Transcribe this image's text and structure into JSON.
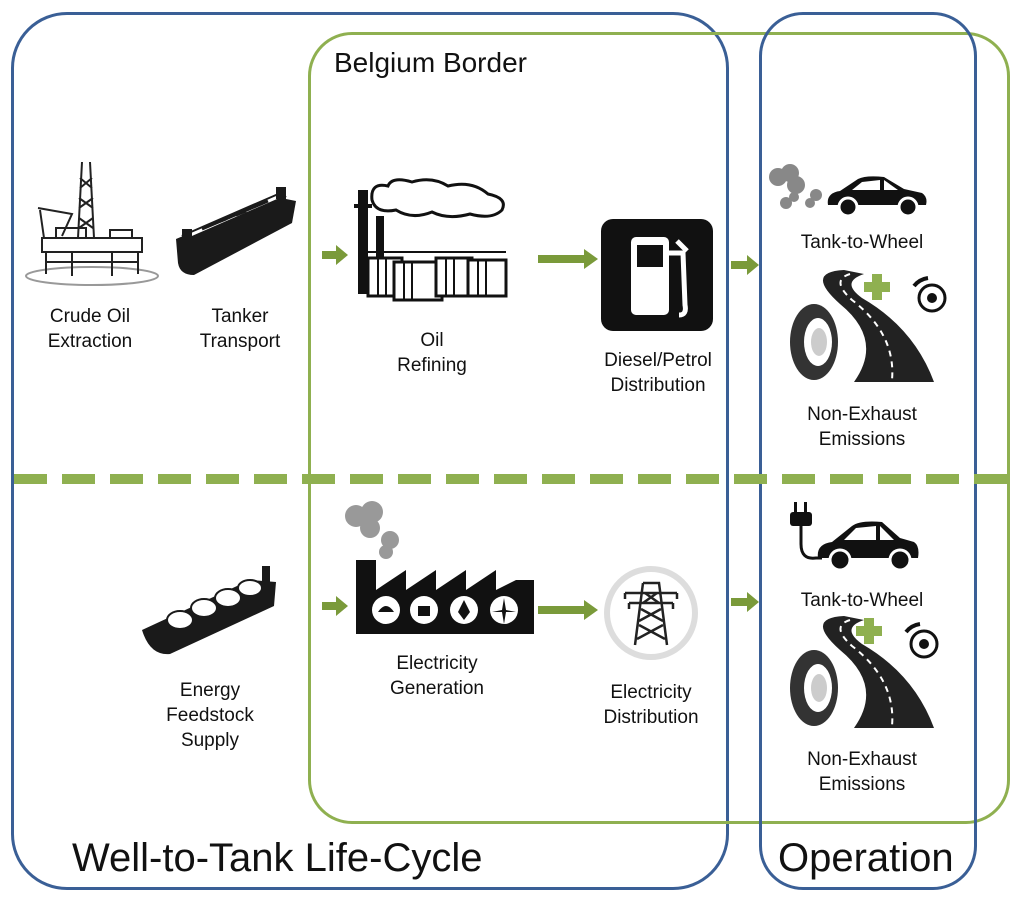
{
  "title_belgium": "Belgium Border",
  "title_wtt": "Well-to-Tank Life-Cycle",
  "title_operation": "Operation",
  "fossil": {
    "crude_line1": "Crude Oil",
    "crude_line2": "Extraction",
    "tanker_line1": "Tanker",
    "tanker_line2": "Transport",
    "refining_line1": "Oil",
    "refining_line2": "Refining",
    "distribution_line1": "Diesel/Petrol",
    "distribution_line2": "Distribution",
    "ttw": "Tank-to-Wheel",
    "nonexhaust_line1": "Non-Exhaust",
    "nonexhaust_line2": "Emissions"
  },
  "electric": {
    "feedstock_line1": "Energy",
    "feedstock_line2": "Feedstock",
    "feedstock_line3": "Supply",
    "generation_line1": "Electricity",
    "generation_line2": "Generation",
    "distribution_line1": "Electricity",
    "distribution_line2": "Distribution",
    "ttw": "Tank-to-Wheel",
    "nonexhaust_line1": "Non-Exhaust",
    "nonexhaust_line2": "Emissions"
  },
  "colors": {
    "blue": "#3a5f96",
    "green": "#8fb050",
    "arrow": "#7a9a3a"
  },
  "icons": [
    "oil-rig-icon",
    "tanker-ship-icon",
    "refinery-icon",
    "fuel-pump-icon",
    "car-exhaust-icon",
    "road-tire-icon",
    "lng-ship-icon",
    "power-plant-icon",
    "pylon-icon",
    "plug-car-icon"
  ]
}
